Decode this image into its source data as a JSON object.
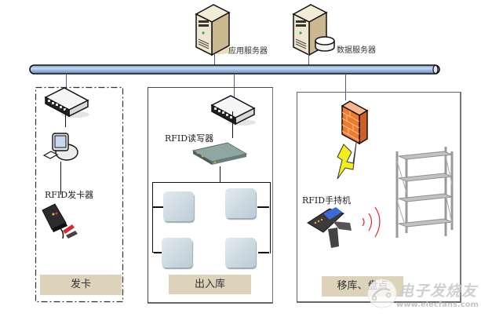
{
  "servers": [
    {
      "label": "应用服务器",
      "icon": "application-server-icon"
    },
    {
      "label": "数据服务器",
      "icon": "database-server-icon"
    }
  ],
  "network_bus": {
    "name": "network-bus"
  },
  "zones": [
    {
      "name": "card-issuing",
      "device_label": "RFID发卡器",
      "footer_label": "发卡",
      "border": "dash-dot"
    },
    {
      "name": "warehouse-in-out",
      "device_label": "RFID读写器",
      "footer_label": "出入库",
      "border": "solid",
      "antenna_count": 4
    },
    {
      "name": "transfer-inventory",
      "device_label": "RFID手持机",
      "footer_label": "移库、盘点",
      "border": "solid"
    }
  ],
  "watermark": {
    "title": "电子发烧友",
    "url": "www.elecfans.com"
  },
  "colors": {
    "bus": "#9db8dc",
    "label_bg": "#ddd3bb",
    "firewall": "#f07a2a",
    "lightning": "#f2ee1a",
    "signal": "#e8262a",
    "antenna": "#c9d4dc"
  }
}
